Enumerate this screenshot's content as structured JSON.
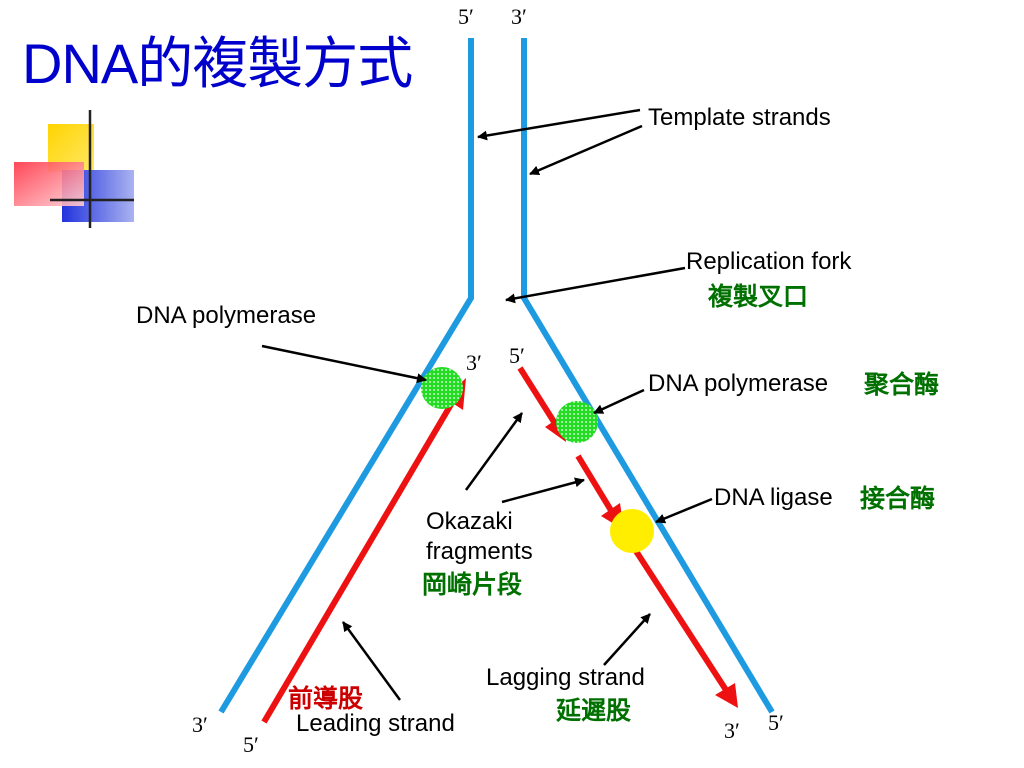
{
  "slide": {
    "title": "DNA的複製方式"
  },
  "diagram": {
    "ends": {
      "top_left": "5′",
      "top_right": "3′",
      "mid_left": "3′",
      "mid_right": "5′",
      "bottom_left_blue": "3′",
      "bottom_left_red": "5′",
      "bottom_right_red": "3′",
      "bottom_right_blue": "5′"
    },
    "labels": {
      "template_strands": "Template strands",
      "replication_fork": "Replication fork",
      "replication_fork_zh": "複製叉口",
      "dna_polymerase_left": "DNA polymerase",
      "dna_polymerase_right": "DNA polymerase",
      "dna_polymerase_right_zh": "聚合酶",
      "dna_ligase": "DNA ligase",
      "dna_ligase_zh": "接合酶",
      "okazaki_line1": "Okazaki",
      "okazaki_line2": "fragments",
      "okazaki_zh": "岡崎片段",
      "lagging_strand": "Lagging strand",
      "lagging_strand_zh": "延遲股",
      "leading_strand": "Leading strand",
      "leading_strand_zh": "前導股"
    },
    "colors": {
      "template": "#1e9be0",
      "new_strand": "#ee1111",
      "polymerase": "#22dd22",
      "ligase": "#ffee00",
      "title": "#0000cc",
      "chinese_label": "#007000"
    }
  }
}
